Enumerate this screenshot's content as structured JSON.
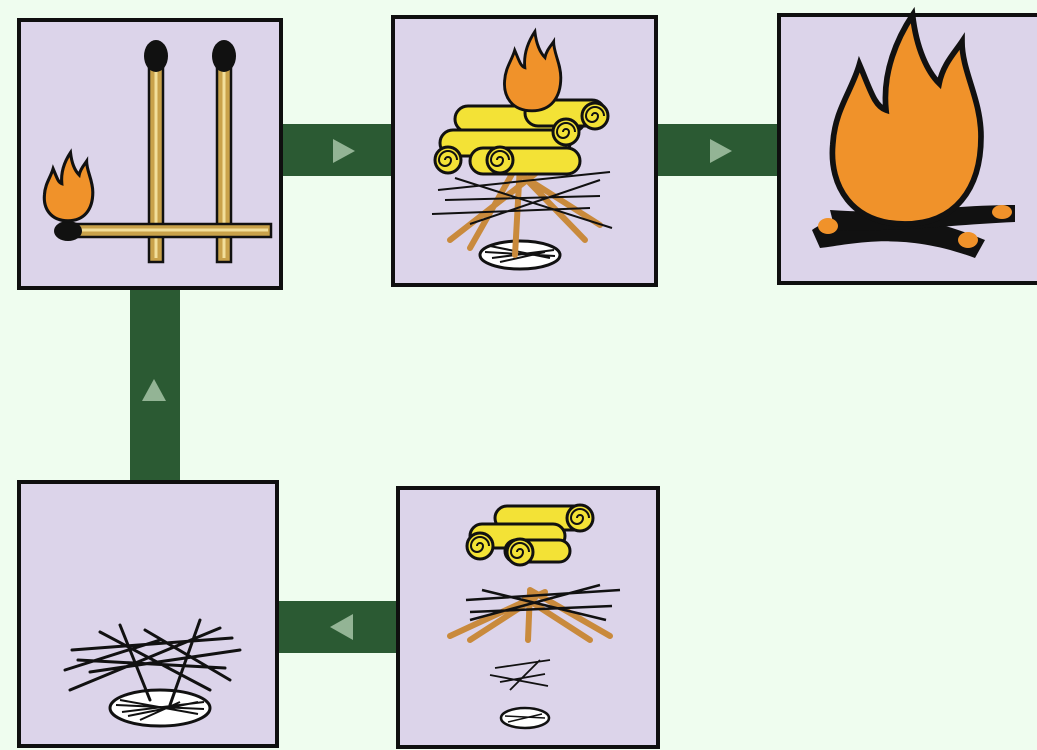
{
  "diagram": {
    "description_free": true,
    "colors": {
      "background": "#effdef",
      "panel": "#dcd4ea",
      "panel_border": "#0f0f0f",
      "connector": "#2b5a33",
      "arrow": "#93b495",
      "flame": "#f0922a",
      "log": "#f3e236",
      "stick": "#c98a3c",
      "ink": "#111111"
    },
    "steps": [
      {
        "id": "tinder-nest",
        "icon": "tinder-nest-icon"
      },
      {
        "id": "kindling-and-fuel",
        "icon": "tinder-kindling-fuel-icon"
      },
      {
        "id": "matches",
        "icon": "lit-match-icon"
      },
      {
        "id": "log-stack-burning",
        "icon": "burning-log-stack-icon"
      },
      {
        "id": "campfire",
        "icon": "campfire-icon"
      }
    ],
    "flow": [
      "tinder-nest",
      "kindling-and-fuel",
      "matches",
      "log-stack-burning",
      "campfire"
    ]
  }
}
